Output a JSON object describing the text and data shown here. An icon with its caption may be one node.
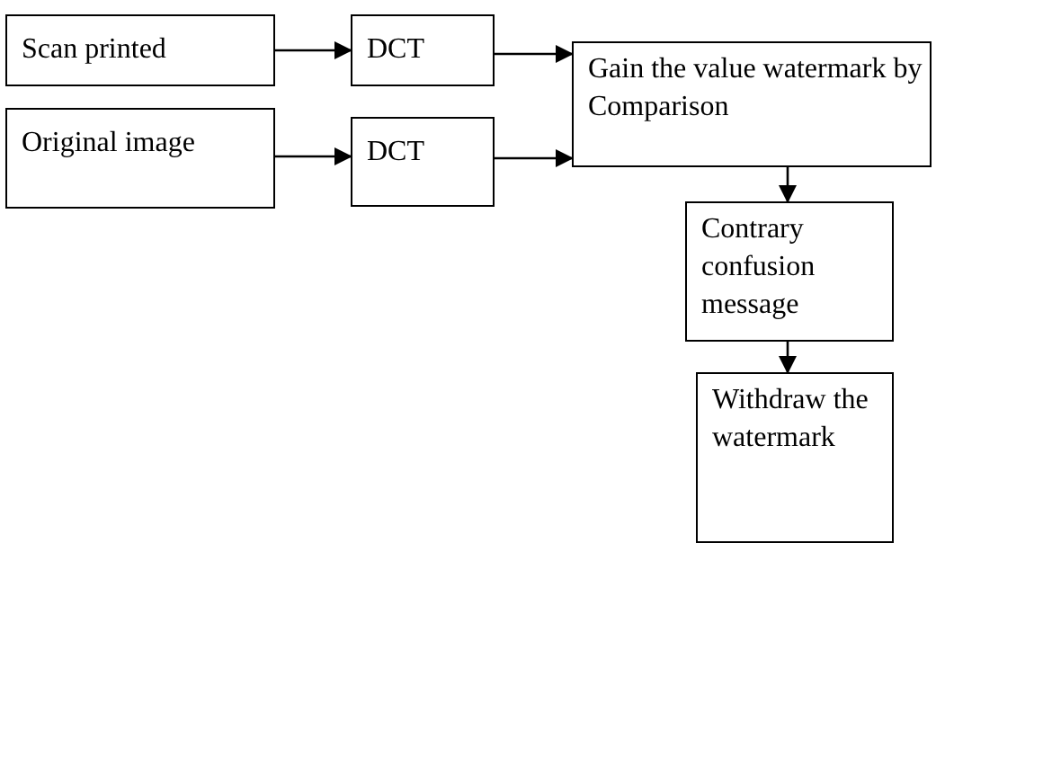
{
  "diagram": {
    "nodes": [
      {
        "text": [
          "Scan printed"
        ]
      },
      {
        "text": [
          "DCT"
        ]
      },
      {
        "text": [
          "Original image"
        ]
      },
      {
        "text": [
          "DCT"
        ]
      },
      {
        "text": [
          "Gain the value watermark by Comparison"
        ]
      },
      {
        "text": [
          "Contrary confusion message"
        ]
      },
      {
        "text": [
          "Withdraw the watermark"
        ]
      }
    ],
    "edges": [
      {
        "from": 0,
        "to": 1,
        "arrow": "to"
      },
      {
        "from": 1,
        "to": 4,
        "arrow": "to"
      },
      {
        "from": 2,
        "to": 3,
        "arrow": "to"
      },
      {
        "from": 3,
        "to": 4,
        "arrow": "to"
      },
      {
        "from": 4,
        "to": 5,
        "arrow": "to"
      },
      {
        "from": 5,
        "to": 6,
        "arrow": "to"
      }
    ]
  }
}
